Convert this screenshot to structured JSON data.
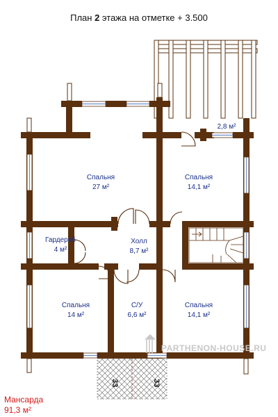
{
  "title": {
    "prefix": "План ",
    "floor": "2",
    "suffix": " этажа на отметке + 3.500"
  },
  "rooms": [
    {
      "id": "spalnya-27",
      "name": "Спальня",
      "area": "27 м²"
    },
    {
      "id": "spalnya-14-1-top",
      "name": "Спальня",
      "area": "14,1 м²"
    },
    {
      "id": "garderob",
      "name": "Гардероб",
      "area": "4 м²"
    },
    {
      "id": "holl",
      "name": "Холл",
      "area": "8,7 м²"
    },
    {
      "id": "spalnya-14",
      "name": "Спальня",
      "area": "14 м²"
    },
    {
      "id": "su",
      "name": "С/У",
      "area": "6,6 м²"
    },
    {
      "id": "spalnya-14-1-bottom",
      "name": "Спальня",
      "area": "14,1 м²"
    }
  ],
  "balcony_area": "2,8 м²",
  "foundation_labels": [
    "33",
    "33"
  ],
  "watermark": "PARTHENON-HOUSE.RU",
  "summary": {
    "label": "Мансарда",
    "area": "91,3 м²"
  },
  "colors": {
    "wall": "#5a300f",
    "room_label": "#1a2f8a",
    "summary": "#d11a1a",
    "window": "#6f8fc8"
  }
}
